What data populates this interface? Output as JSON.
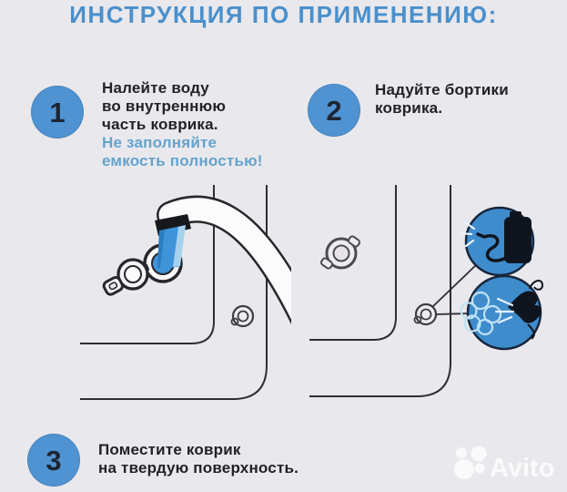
{
  "title": "ИНСТРУКЦИЯ ПО ПРИМЕНЕНИЮ:",
  "steps": [
    {
      "number": "1",
      "lines": [
        "Налейте воду",
        "во внутреннюю",
        "часть коврика."
      ],
      "warning_lines": [
        "Не заполняйте",
        "емкость полностью!"
      ]
    },
    {
      "number": "2",
      "lines": [
        "Надуйте бортики",
        "коврика."
      ],
      "warning_lines": []
    },
    {
      "number": "3",
      "lines": [
        "Поместите коврик",
        "на твердую поверхность."
      ],
      "warning_lines": []
    }
  ],
  "icons": {
    "step1_illustration": "faucet-pouring-water-into-mat-valve-icon",
    "step2_illustration": "mat-valve-with-inflation-options-icon",
    "inflate_option_top": "air-pump-icon",
    "inflate_option_bottom": "mouth-blowing-air-icon",
    "watermark": "avito-logo"
  },
  "watermark": {
    "text": "Avito"
  },
  "colors": {
    "background": "#e9e8ec",
    "title_blue": "#4a90cc",
    "badge_blue": "#4f93d2",
    "badge_number": "#1c2534",
    "text_dark": "#202227",
    "warning_blue": "#64a3cc",
    "water_blue": "#3f93d8",
    "inset_blue": "#3f8ccd",
    "inset_border": "#17263c",
    "line_dark": "#2e2e33"
  }
}
